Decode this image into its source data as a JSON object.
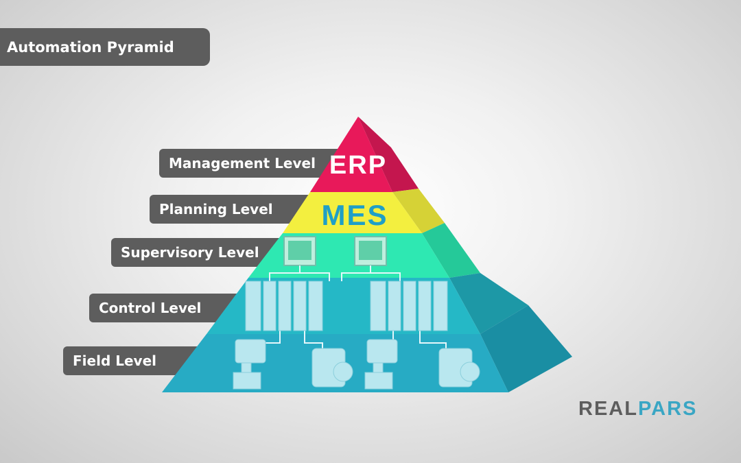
{
  "title": "Automation Pyramid",
  "levels": [
    {
      "label": "Management Level",
      "system": "ERP",
      "color": "#e8195a"
    },
    {
      "label": "Planning Level",
      "system": "MES",
      "color": "#f3ef3f"
    },
    {
      "label": "Supervisory Level",
      "system": "",
      "color": "#2ee8b2"
    },
    {
      "label": "Control Level",
      "system": "",
      "color": "#25b8c6"
    },
    {
      "label": "Field Level",
      "system": "",
      "color": "#27abc4"
    }
  ],
  "logo": {
    "part1": "REAL",
    "part2": "PARS"
  }
}
